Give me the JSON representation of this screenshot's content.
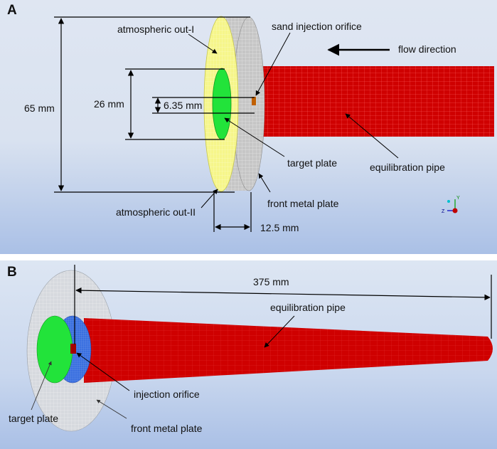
{
  "panel_a": {
    "letter": "A",
    "labels": {
      "atm_out_1": "atmospheric out-I",
      "sand_orifice": "sand injection orifice",
      "flow_direction": "flow direction",
      "dim_65": "65 mm",
      "dim_26": "26 mm",
      "dim_635": "6.35 mm",
      "target_plate": "target plate",
      "equilibration_pipe": "equilibration pipe",
      "front_metal_plate": "front metal plate",
      "atm_out_2": "atmospheric out-II",
      "dim_125": "12.5 mm"
    },
    "axis_triad": {
      "y": "Y",
      "z": "Z"
    }
  },
  "panel_b": {
    "letter": "B",
    "labels": {
      "dim_375": "375 mm",
      "equilibration_pipe": "equilibration pipe",
      "injection_orifice": "injection orifice",
      "target_plate": "target plate",
      "front_metal_plate": "front metal plate"
    }
  },
  "colors": {
    "pipe_red": "#d40000",
    "target_green": "#22e33a",
    "ring_yellow": "#f3f37a",
    "plate_gray": "#b8b8b8",
    "orifice_blue": "#3a6fe0"
  }
}
